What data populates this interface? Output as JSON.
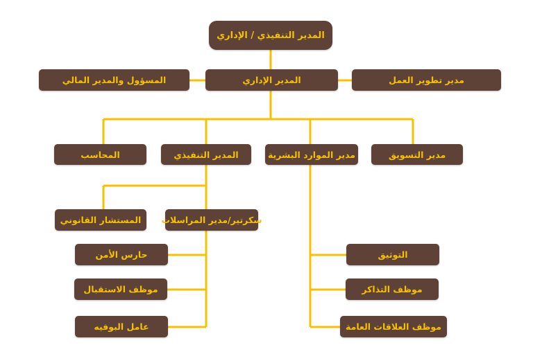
{
  "colors": {
    "box": "#5e4237",
    "line": "#f6c200",
    "text": "#f6c200"
  },
  "nodes": {
    "ceo": "المدير التنفيذي / الإداري",
    "admin_manager": "المدير الإداري",
    "finance": "المسؤول والمدير المالي",
    "business_dev": "مدير تطوير العمل",
    "accountant": "المحاسب",
    "executive_manager": "المدير التنفيذي",
    "hr_manager": "مدير الموارد البشرية",
    "marketing_manager": "مدير التسويق",
    "legal_advisor": "المستشار القانوني",
    "secretary": "سكرتير/مدير المراسلات",
    "security_guard": "حارس الأمن",
    "receptionist": "موظف الاستقبال",
    "buffet_worker": "عامل البوفيه",
    "documentation": "التوثيق",
    "tickets_officer": "موظف التذاكر",
    "pr_officer": "موظف العلاقات العامة"
  }
}
